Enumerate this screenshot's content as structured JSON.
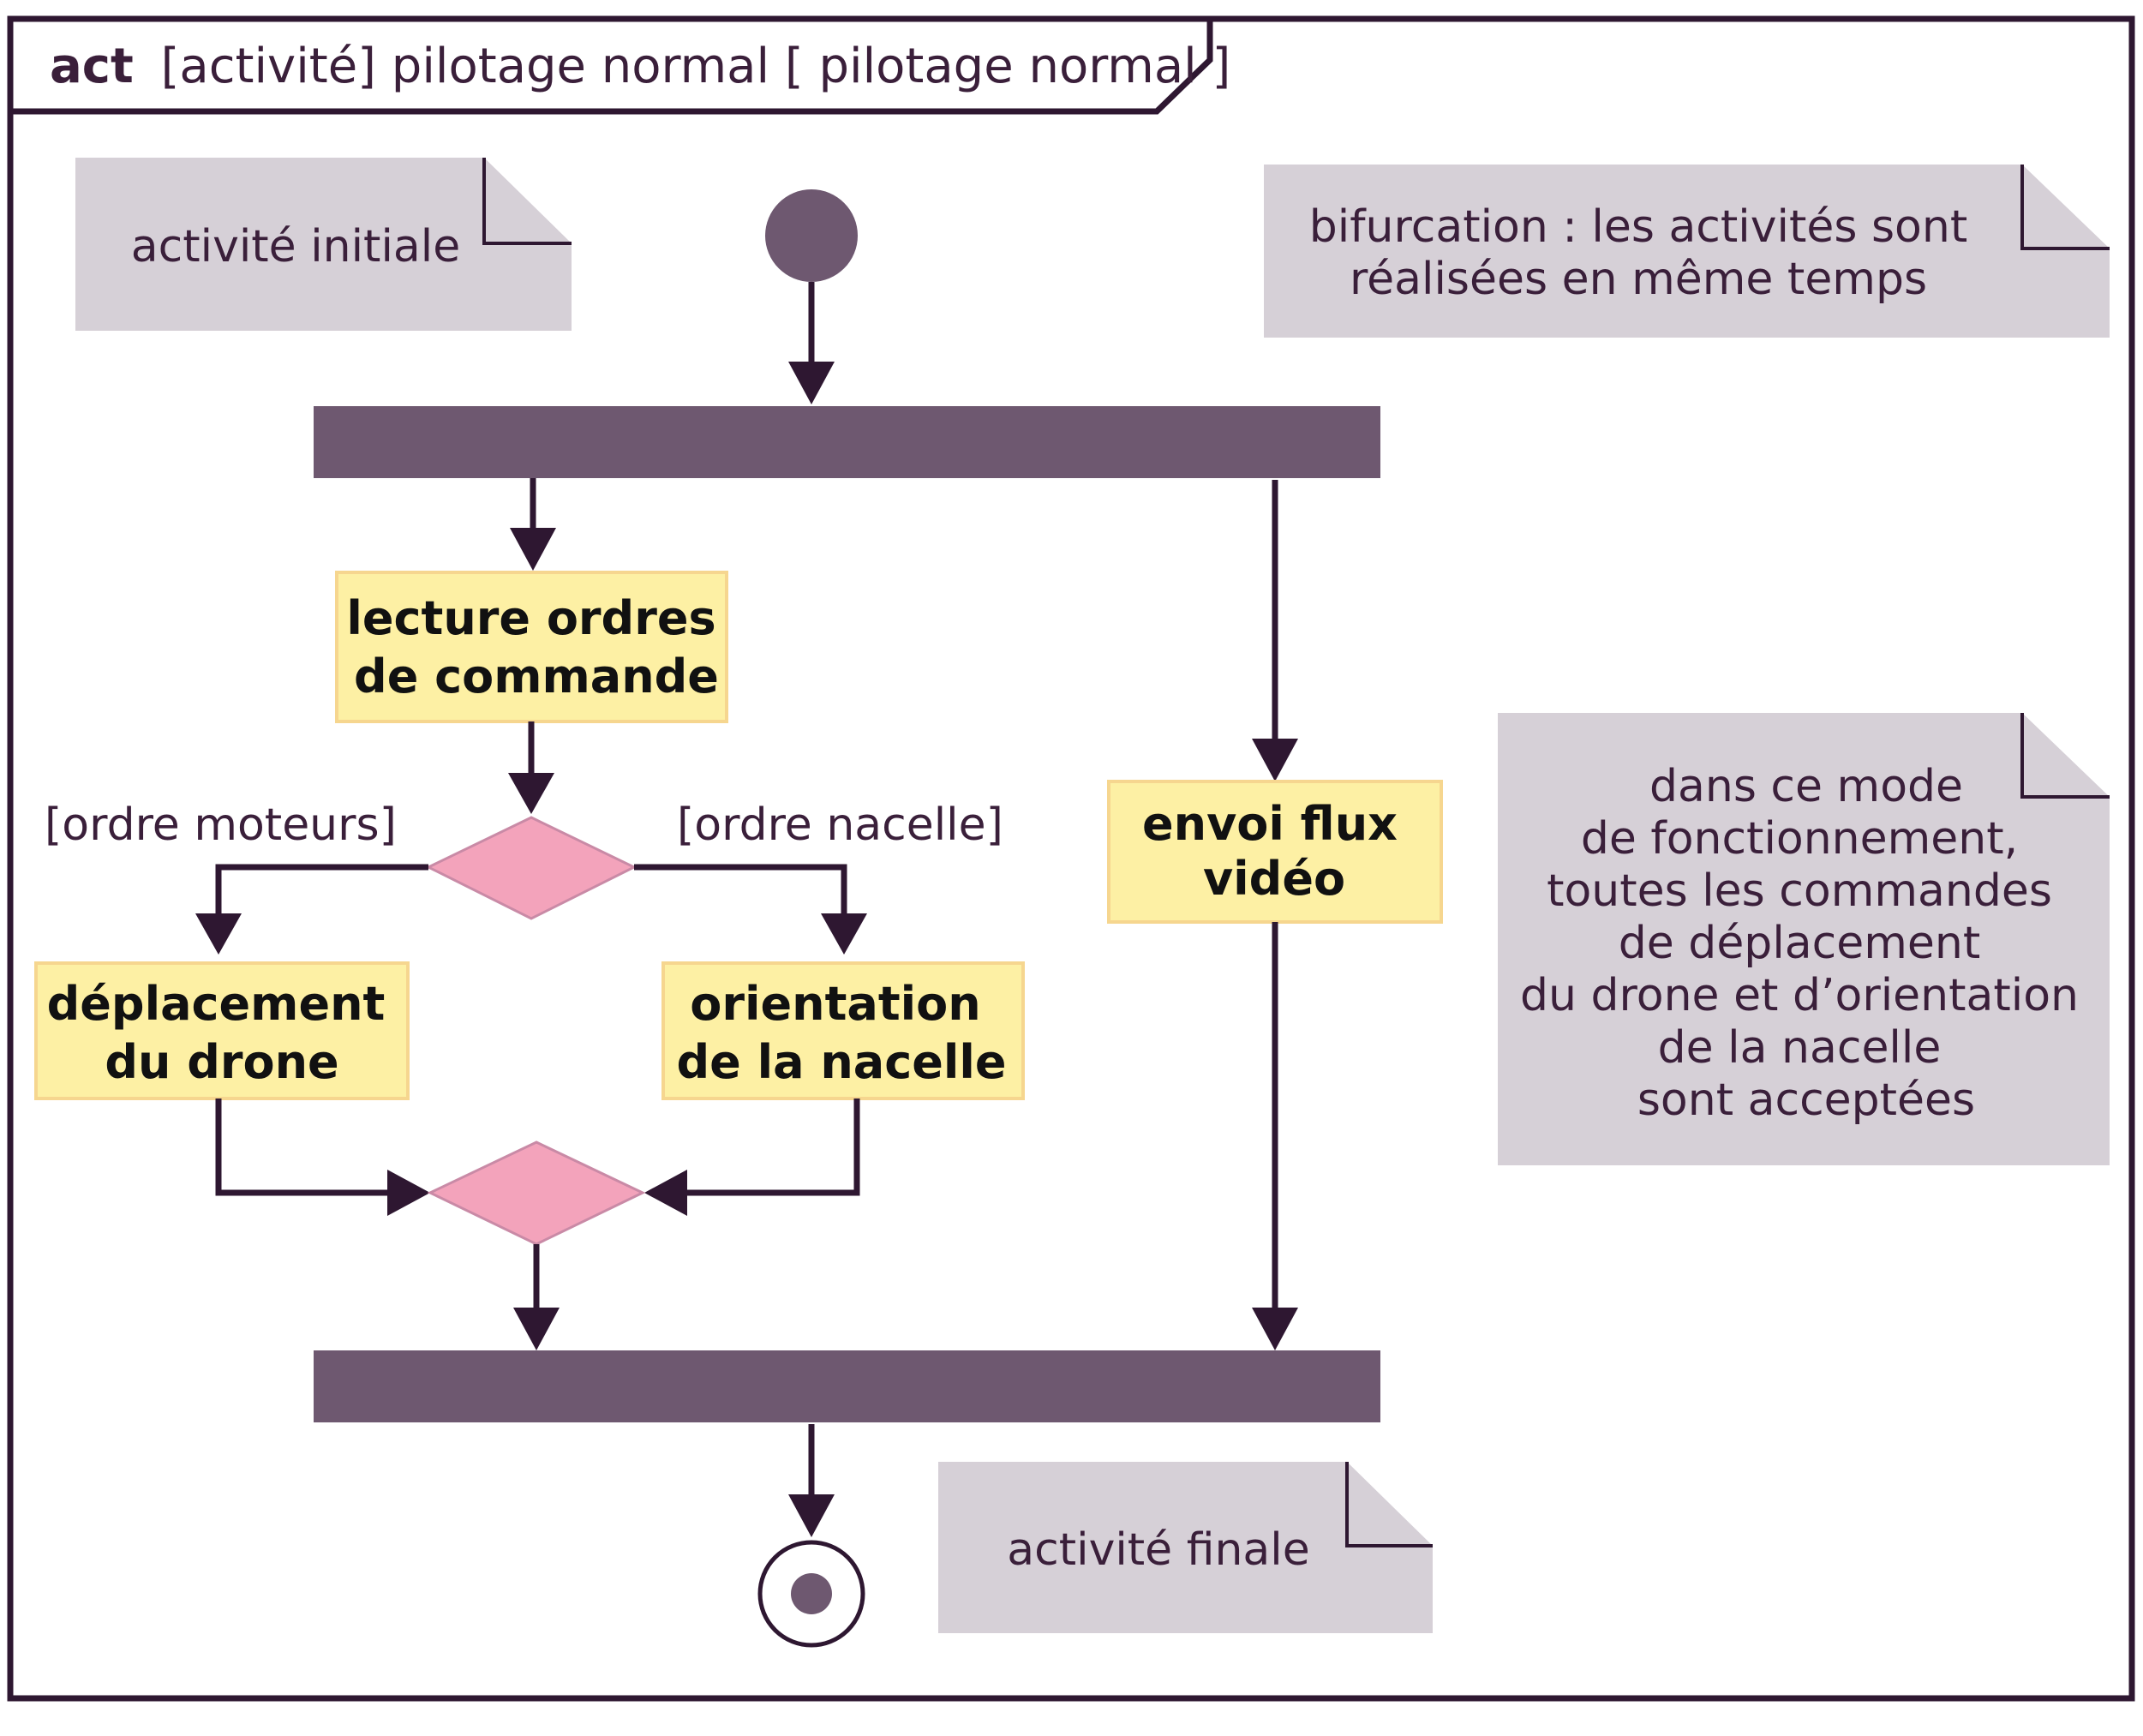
{
  "frame": {
    "keyword": "act",
    "title": "[activité] pilotage normal [ pilotage normal ]"
  },
  "notes": {
    "initial": "activité initiale",
    "fork": [
      "bifurcation : les activités sont",
      "réalisées en même temps"
    ],
    "mode": [
      "dans ce mode",
      "de fonctionnement,",
      "toutes les commandes",
      "de déplacement",
      "du drone et d’orientation",
      "de la nacelle",
      "sont acceptées"
    ],
    "final": "activité finale"
  },
  "actions": {
    "lecture": [
      "lecture ordres",
      "de commande"
    ],
    "deplacement": [
      "déplacement",
      "du drone"
    ],
    "orientation": [
      "orientation",
      "de la nacelle"
    ],
    "video": [
      "envoi flux",
      "vidéo"
    ]
  },
  "guards": {
    "moteurs": "[ordre moteurs]",
    "nacelle": "[ordre nacelle]"
  },
  "colors": {
    "frame": "#2e1731",
    "bar": "#6e5870",
    "note": "#d6d0d7",
    "action_fill": "#fdf0a4",
    "action_border": "#f6d68f",
    "decision": "#f3a3bb",
    "node": "#6e5870"
  }
}
